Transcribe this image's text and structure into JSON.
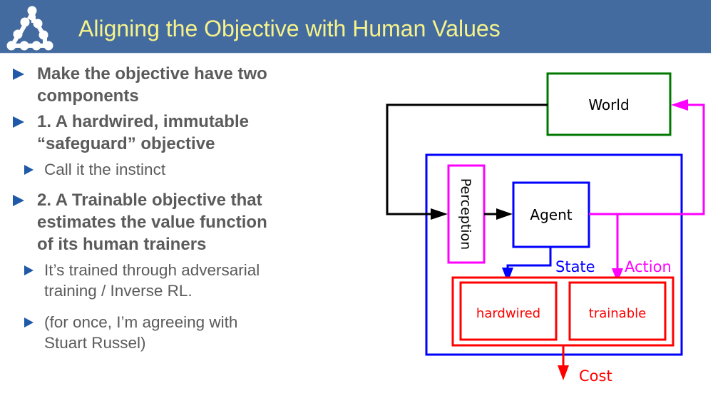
{
  "header": {
    "title": "Aligning the Objective with Human Values",
    "logo_icon": "dots-triangle-logo",
    "background_color": "#436ba0",
    "title_color": "#f7f38a"
  },
  "bullets": [
    {
      "level": 1,
      "lines": [
        "Make the objective have two",
        "components"
      ]
    },
    {
      "level": 1,
      "lines": [
        "1. A hardwired, immutable",
        "“safeguard” objective"
      ]
    },
    {
      "level": 2,
      "lines": [
        "Call it the instinct"
      ]
    },
    {
      "level": 1,
      "lines": [
        "2. A Trainable objective that",
        "estimates the value function",
        "of its human trainers"
      ]
    },
    {
      "level": 2,
      "lines": [
        "It’s trained through adversarial",
        "training / Inverse RL."
      ]
    },
    {
      "level": 2,
      "lines": [
        "(for once, I’m agreeing with",
        "Stuart Russel)"
      ]
    }
  ],
  "diagram": {
    "world_label": "World",
    "perception_label": "Perception",
    "agent_label": "Agent",
    "state_label": "State",
    "action_label": "Action",
    "hardwired_label": "hardwired",
    "trainable_label": "trainable",
    "cost_label": "Cost",
    "colors": {
      "world": "#007800",
      "agent": "#0000ff",
      "perception": "#ff00ff",
      "objective": "#ff0000",
      "observation_line": "#000000",
      "action_line": "#ff00ff",
      "state_line": "#0000ff"
    }
  }
}
